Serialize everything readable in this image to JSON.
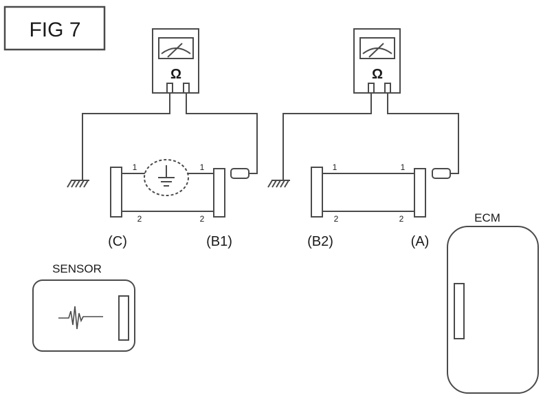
{
  "figure": {
    "label": "FIG  7"
  },
  "meter": {
    "symbol": "Ω"
  },
  "connectors": {
    "c": "(C)",
    "b1": "(B1)",
    "b2": "(B2)",
    "a": "(A)"
  },
  "pins": {
    "one": "1",
    "two": "2"
  },
  "components": {
    "sensor": "SENSOR",
    "ecm": "ECM"
  },
  "icons": [
    "ohmmeter-icon",
    "ground-icon",
    "shield-ground-icon",
    "waveform-icon"
  ],
  "colors": {
    "line": "#4a4a4a",
    "fill": "#ffffff"
  }
}
